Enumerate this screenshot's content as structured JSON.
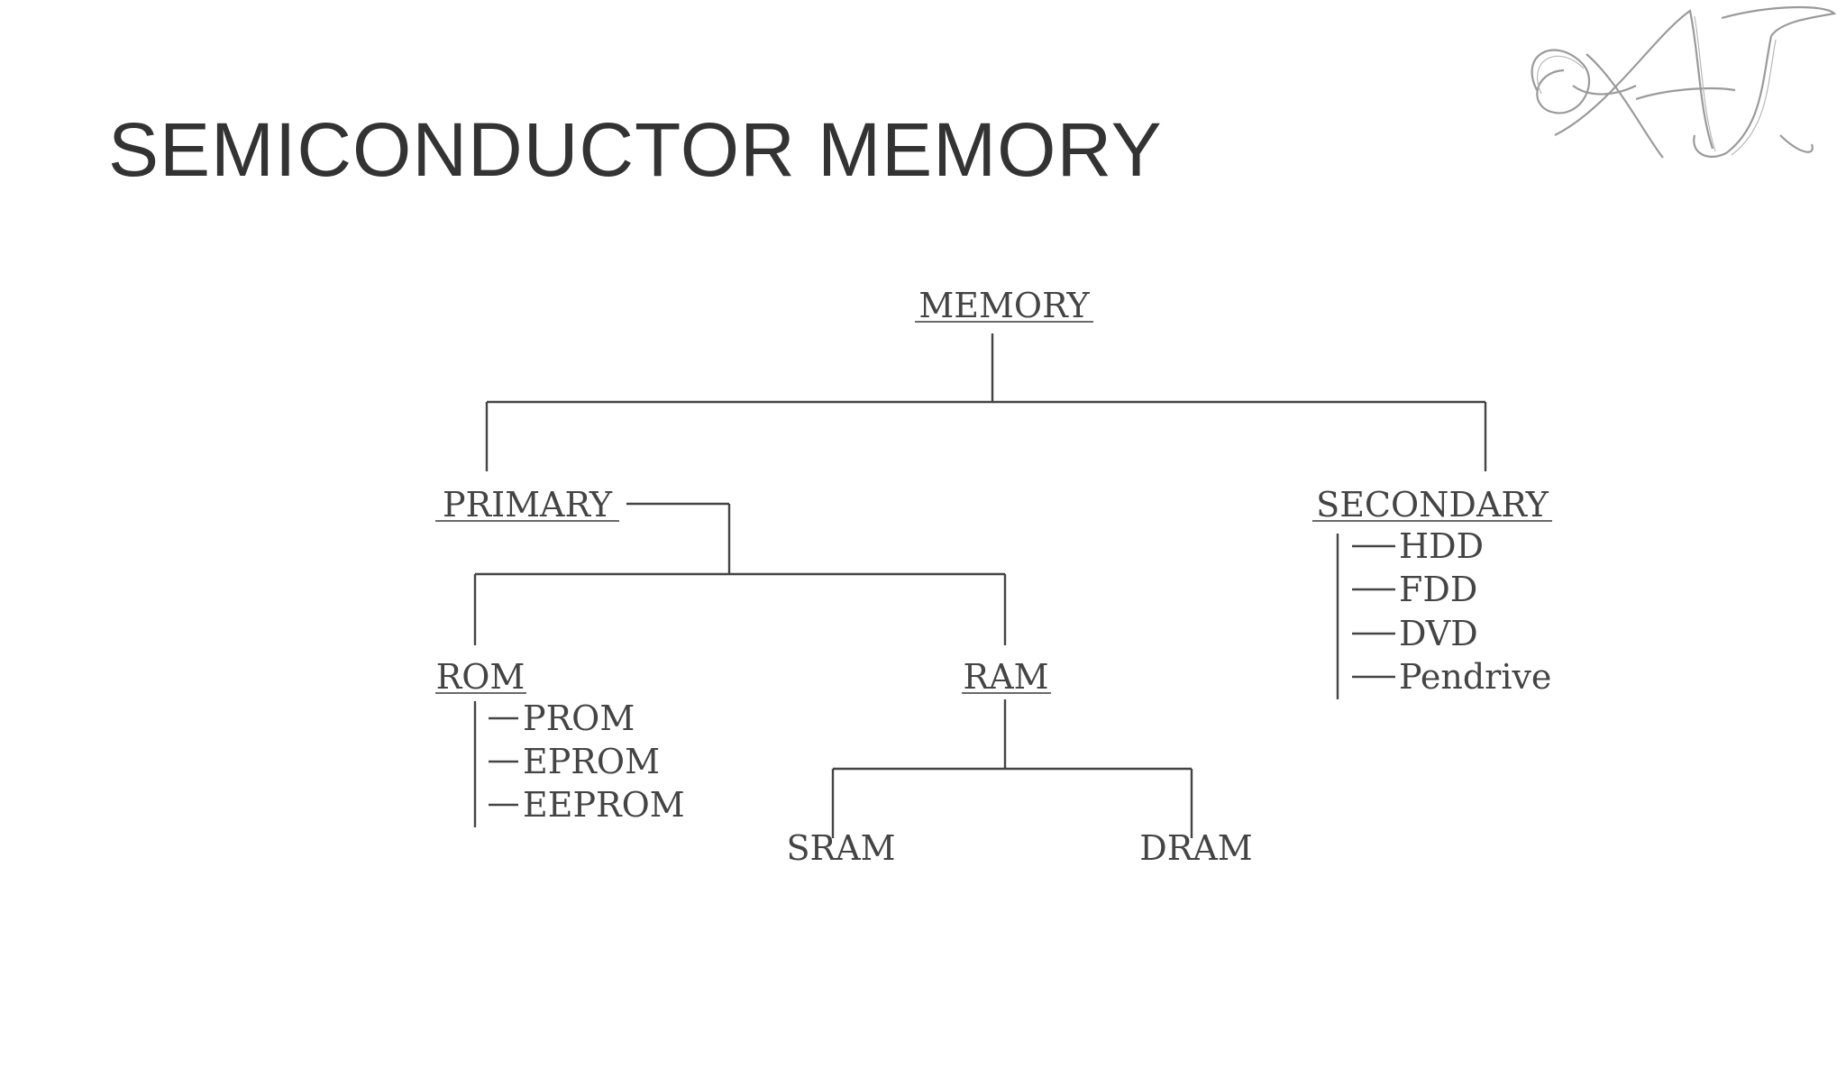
{
  "title": "SEMICONDUCTOR MEMORY",
  "logo_text": "AJ",
  "tree": {
    "root": "MEMORY",
    "primary": {
      "label": "PRIMARY",
      "rom": {
        "label": "ROM",
        "children": [
          "PROM",
          "EPROM",
          "EEPROM"
        ]
      },
      "ram": {
        "label": "RAM",
        "children": [
          "SRAM",
          "DRAM"
        ]
      }
    },
    "secondary": {
      "label": "SECONDARY",
      "children": [
        "HDD",
        "FDD",
        "DVD",
        "Pendrive"
      ]
    }
  },
  "colors": {
    "text": "#444444",
    "title": "#333333",
    "logo": "#9a9a9a"
  }
}
